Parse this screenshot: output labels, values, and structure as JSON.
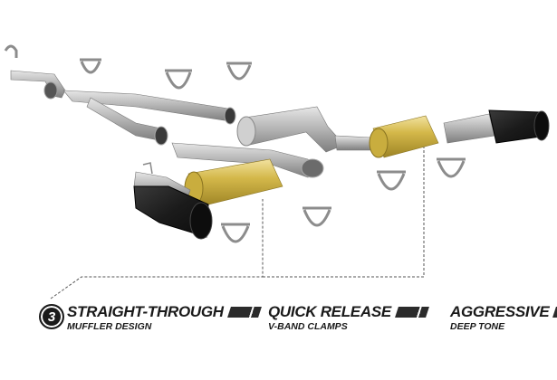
{
  "badge": {
    "number": "3"
  },
  "features": [
    {
      "title": "STRAIGHT-THROUGH",
      "subtitle": "MUFFLER DESIGN"
    },
    {
      "title": "QUICK RELEASE",
      "subtitle": "V-BAND CLAMPS"
    },
    {
      "title": "AGGRESSIVE",
      "subtitle": "DEEP TONE"
    }
  ],
  "colors": {
    "muffler_gold": "#d4b84a",
    "pipe_steel": "#b9b9b9",
    "tip_black": "#1c1c1c",
    "text": "#1a1a1a"
  },
  "icons": [
    "v-band-clamp-icon",
    "exhaust-tip-icon",
    "muffler-icon",
    "pipe-icon"
  ]
}
